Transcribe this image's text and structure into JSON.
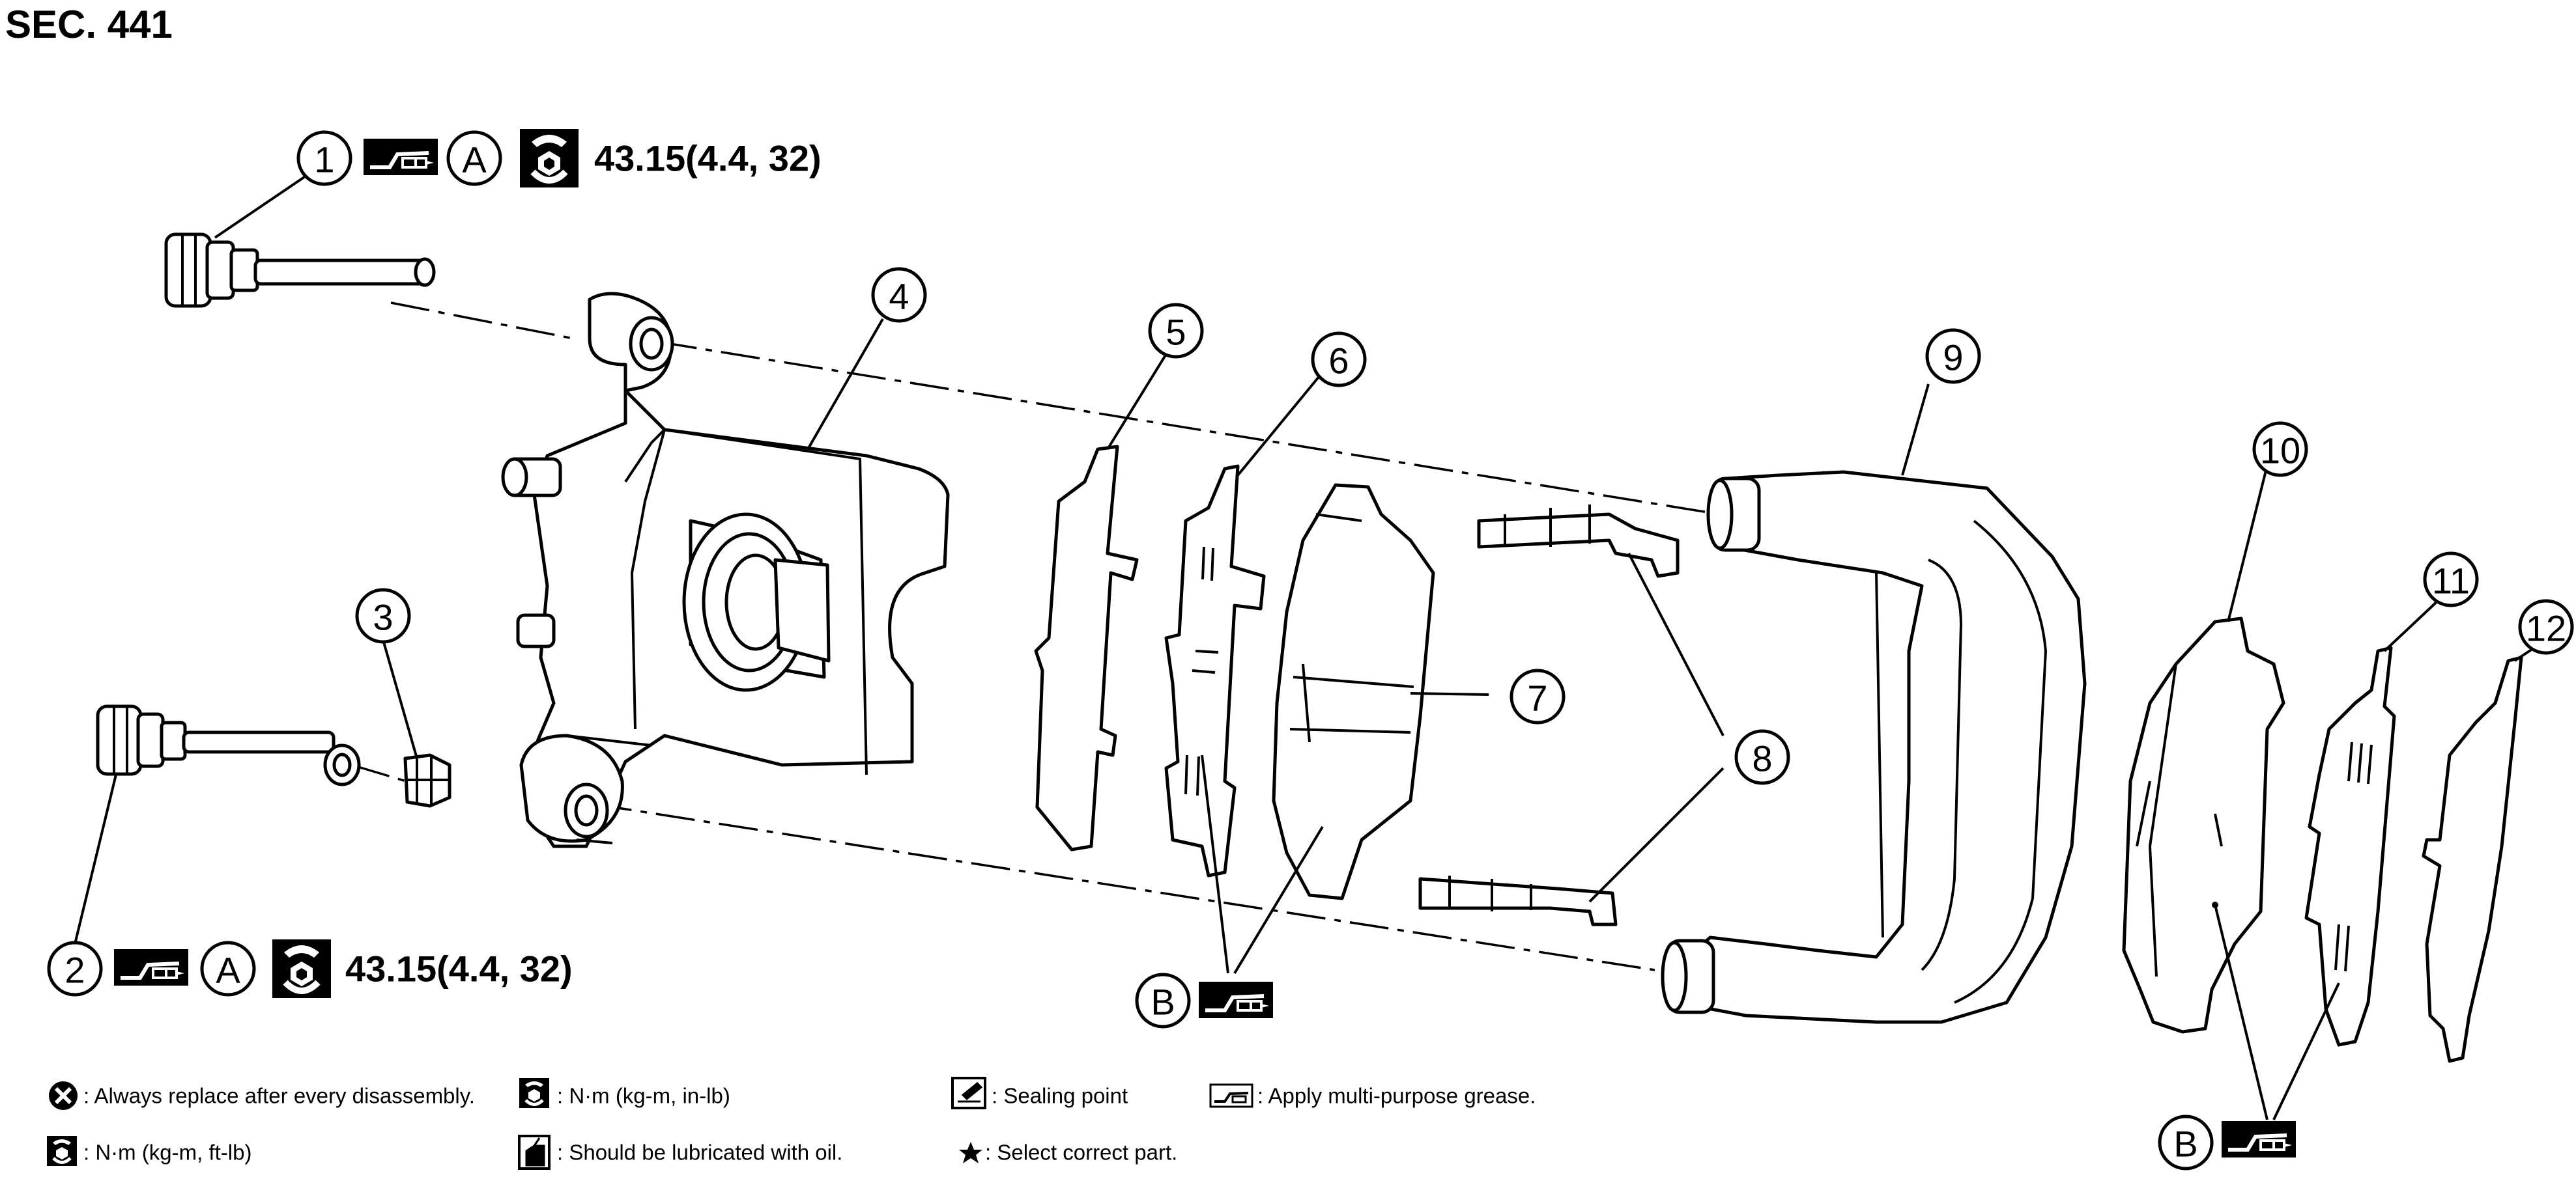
{
  "title": "SEC. 441",
  "callouts": [
    "1",
    "2",
    "3",
    "4",
    "5",
    "6",
    "7",
    "8",
    "9",
    "10",
    "11",
    "12"
  ],
  "symbols": {
    "a": "A",
    "b": "B"
  },
  "torque": {
    "bolt_1": "43.15(4.4, 32)",
    "bolt_2": "43.15(4.4, 32)"
  },
  "legend": {
    "replace": ": Always replace after every disassembly.",
    "torque_in_lb": ": N·m (kg-m, in-lb)",
    "sealing": ": Sealing point",
    "grease": ": Apply multi-purpose grease.",
    "torque_ft_lb": ": N·m (kg-m, ft-lb)",
    "oil": ": Should be lubricated with oil.",
    "select": ": Select correct part."
  },
  "icons": [
    "grease-icon",
    "torque-wrench-icon",
    "replace-icon",
    "sealing-point-icon",
    "oil-can-icon",
    "star-icon"
  ]
}
